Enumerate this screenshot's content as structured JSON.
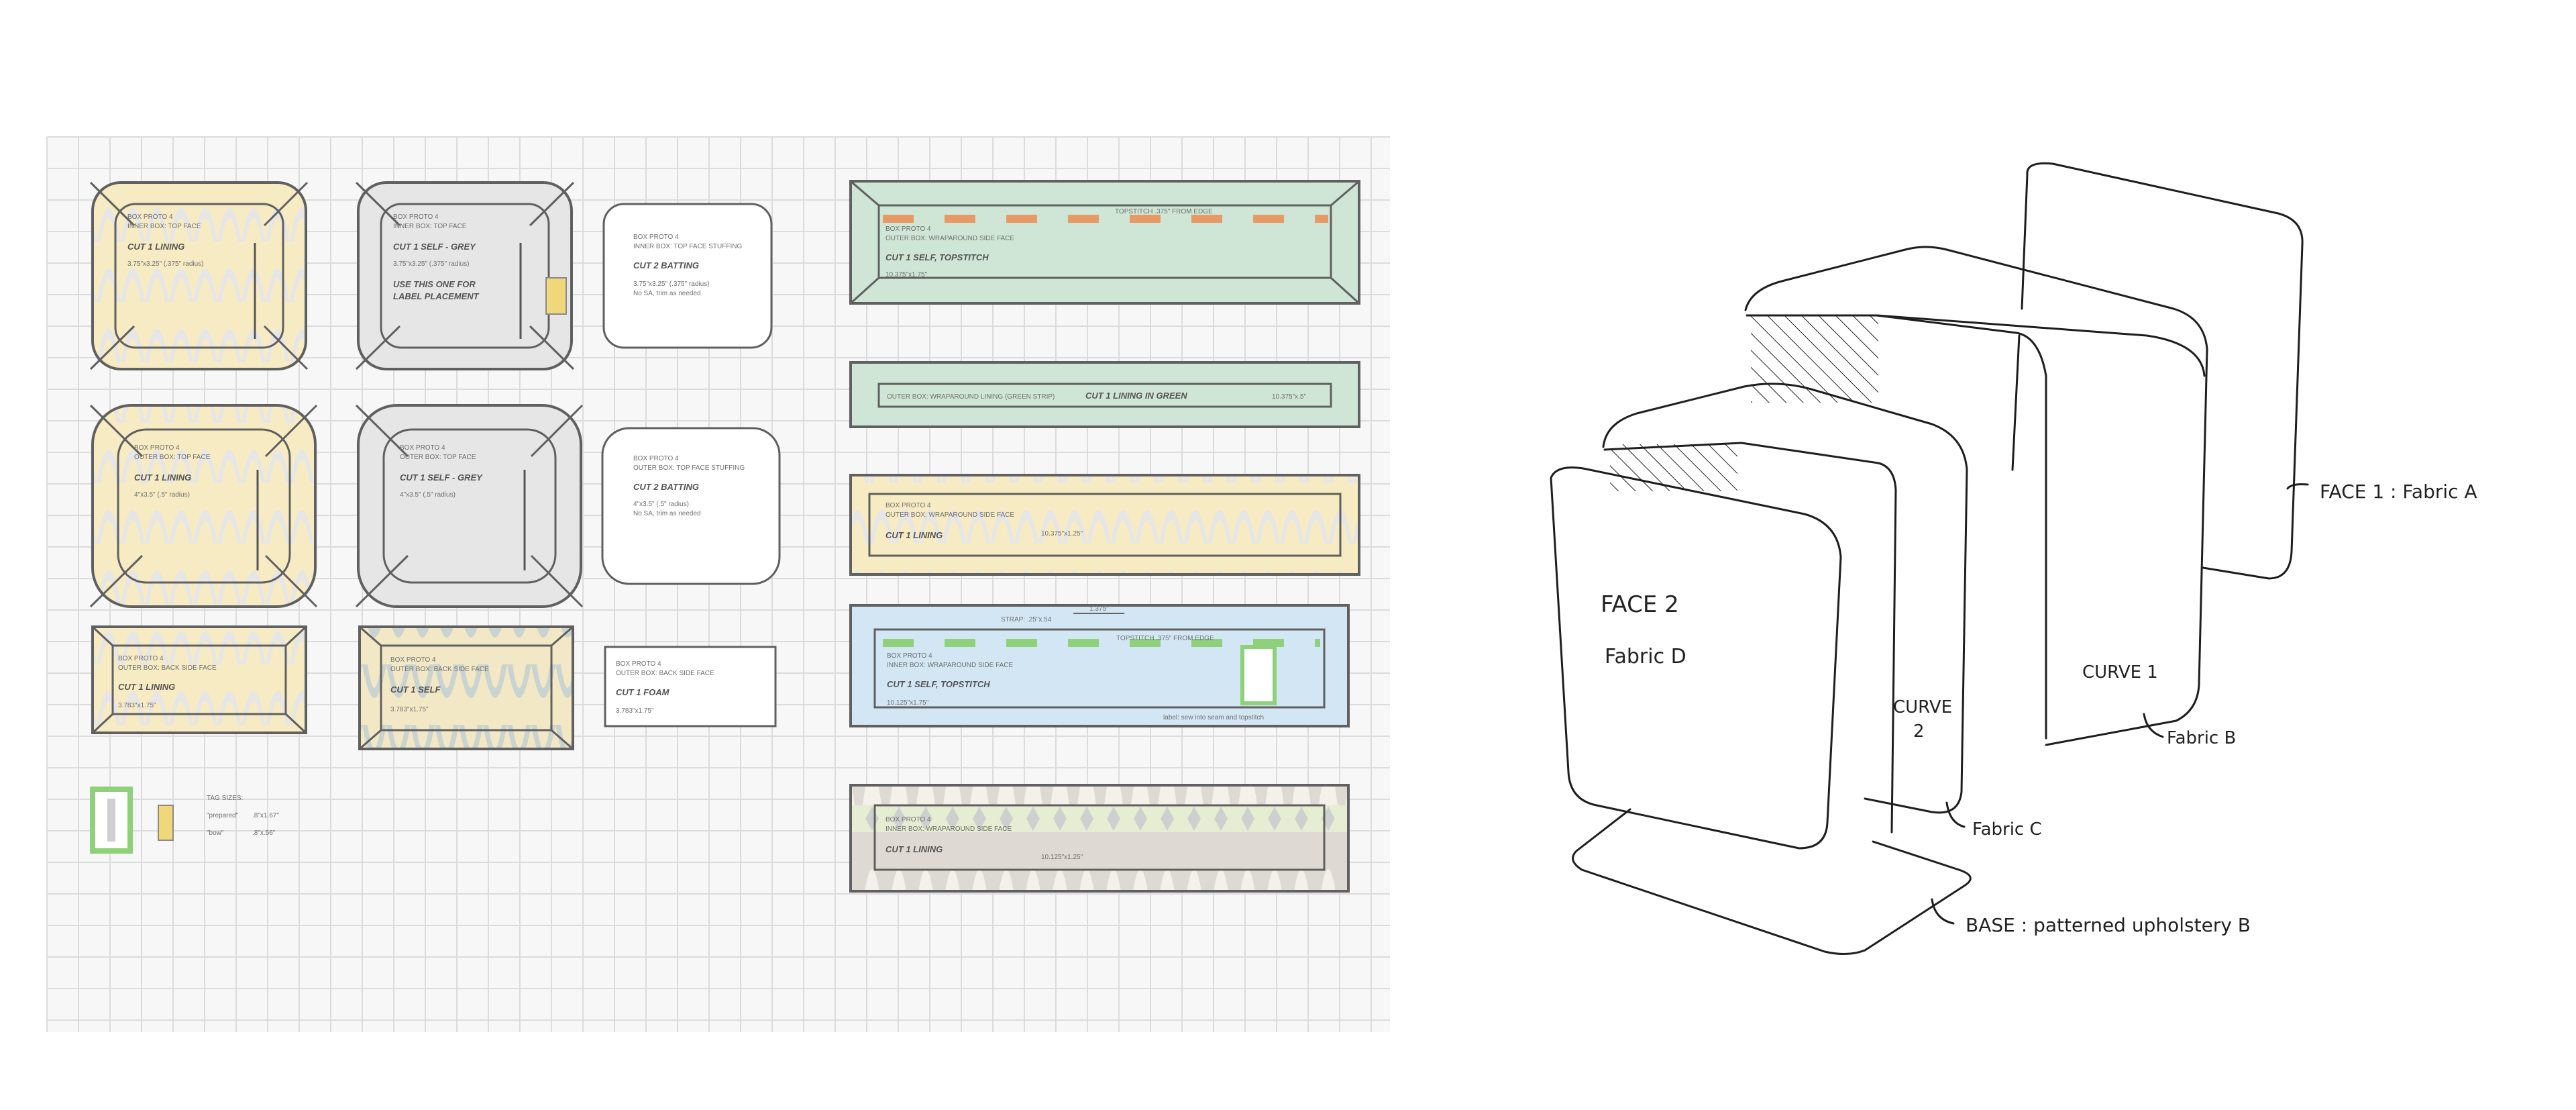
{
  "colors": {
    "grid_line": "#dcdcdc",
    "outline": "#606060",
    "green_fill": "#cfe6d6",
    "blue_fill": "#d3e6f3",
    "yellow_pattern": "#f7e9b9",
    "grey_pattern": "#d9d9d9",
    "orange_stitch": "#e89a66",
    "green_stitch": "#8fd07a",
    "label_yellow": "#f0d77a",
    "sketch_ink": "#1e1e1e"
  },
  "pieces": {
    "inner_top_lining": {
      "proto": "BOX PROTO 4",
      "part": "INNER BOX: TOP FACE",
      "cut": "CUT 1 LINING",
      "dims": "3.75\"x3.25\" (.375\" radius)"
    },
    "inner_top_self": {
      "proto": "BOX PROTO 4",
      "part": "INNER BOX: TOP FACE",
      "cut": "CUT 1 SELF - GREY",
      "dims": "3.75\"x3.25\" (.375\" radius)",
      "note_1": "USE THIS ONE FOR",
      "note_2": "LABEL PLACEMENT"
    },
    "inner_top_batting": {
      "proto": "BOX PROTO 4",
      "part": "INNER BOX: TOP FACE STUFFING",
      "cut": "CUT 2 BATTING",
      "dims": "3.75\"x3.25\" (.375\" radius)",
      "note": "No SA, trim as needed"
    },
    "outer_top_lining": {
      "proto": "BOX PROTO 4",
      "part": "OUTER BOX: TOP FACE",
      "cut": "CUT 1 LINING",
      "dims": "4\"x3.5\" (.5\" radius)"
    },
    "outer_top_self": {
      "proto": "BOX PROTO 4",
      "part": "OUTER BOX: TOP FACE",
      "cut": "CUT 1 SELF - GREY",
      "dims": "4\"x3.5\" (.5\" radius)"
    },
    "outer_top_batting": {
      "proto": "BOX PROTO 4",
      "part": "OUTER BOX: TOP FACE STUFFING",
      "cut": "CUT 2 BATTING",
      "dims": "4\"x3.5\" (.5\" radius)",
      "note": "No SA, trim as needed"
    },
    "outer_back_lining": {
      "proto": "BOX PROTO 4",
      "part": "OUTER BOX: BACK SIDE FACE",
      "cut": "CUT 1 LINING",
      "dims": "3.783\"x1.75\""
    },
    "outer_back_self": {
      "proto": "BOX PROTO 4",
      "part": "OUTER BOX: BACK SIDE FACE",
      "cut": "CUT 1 SELF",
      "dims": "3.783\"x1.75\""
    },
    "outer_back_foam": {
      "proto": "BOX PROTO 4",
      "part": "OUTER BOX: BACK SIDE FACE",
      "cut": "CUT 1 FOAM",
      "dims": "3.783\"x1.75\""
    },
    "outer_wrap_self": {
      "proto": "BOX PROTO 4",
      "part": "OUTER BOX: WRAPAROUND SIDE FACE",
      "cut": "CUT 1 SELF, TOPSTITCH",
      "dims": "10.375\"x1.75\"",
      "topstitch": "TOPSTITCH .375\" FROM EDGE"
    },
    "outer_wrap_green": {
      "part": "OUTER BOX: WRAPAROUND LINING (GREEN STRIP)",
      "cut": "CUT 1 LINING IN GREEN",
      "dims": "10.375\"x.5\""
    },
    "outer_wrap_lining": {
      "proto": "BOX PROTO 4",
      "part": "OUTER BOX: WRAPAROUND SIDE FACE",
      "cut": "CUT 1 LINING",
      "dims": "10.375\"x1.25\""
    },
    "inner_wrap_self": {
      "proto": "BOX PROTO 4",
      "part": "INNER BOX: WRAPAROUND SIDE FACE",
      "cut": "CUT 1 SELF, TOPSTITCH",
      "dims": "10.125\"x1.75\"",
      "topstitch": "TOPSTITCH .375\" FROM EDGE",
      "strap": "STRAP: .25\"x.54",
      "strap_gap": "1.375\"",
      "note": "label: sew into seam and topstitch"
    },
    "inner_wrap_lining": {
      "proto": "BOX PROTO 4",
      "part": "INNER BOX: WRAPAROUND SIDE FACE",
      "cut": "CUT 1 LINING",
      "dims": "10.125\"x1.25\""
    }
  },
  "tag_sizes": {
    "title": "TAG SIZES:",
    "rows": [
      {
        "name": "\"prepared\"",
        "value": ".8\"x1.67\""
      },
      {
        "name": "\"bow\"",
        "value": ".8\"x.56\""
      }
    ]
  },
  "sketch": {
    "face1": "FACE 1 : Fabric A",
    "face2": "FACE 2",
    "face2_fabric": "Fabric D",
    "curve1": "CURVE 1",
    "curve2_a": "CURVE",
    "curve2_b": "2",
    "fabric_b": "Fabric B",
    "fabric_c": "Fabric C",
    "base": "BASE : patterned upholstery B"
  }
}
